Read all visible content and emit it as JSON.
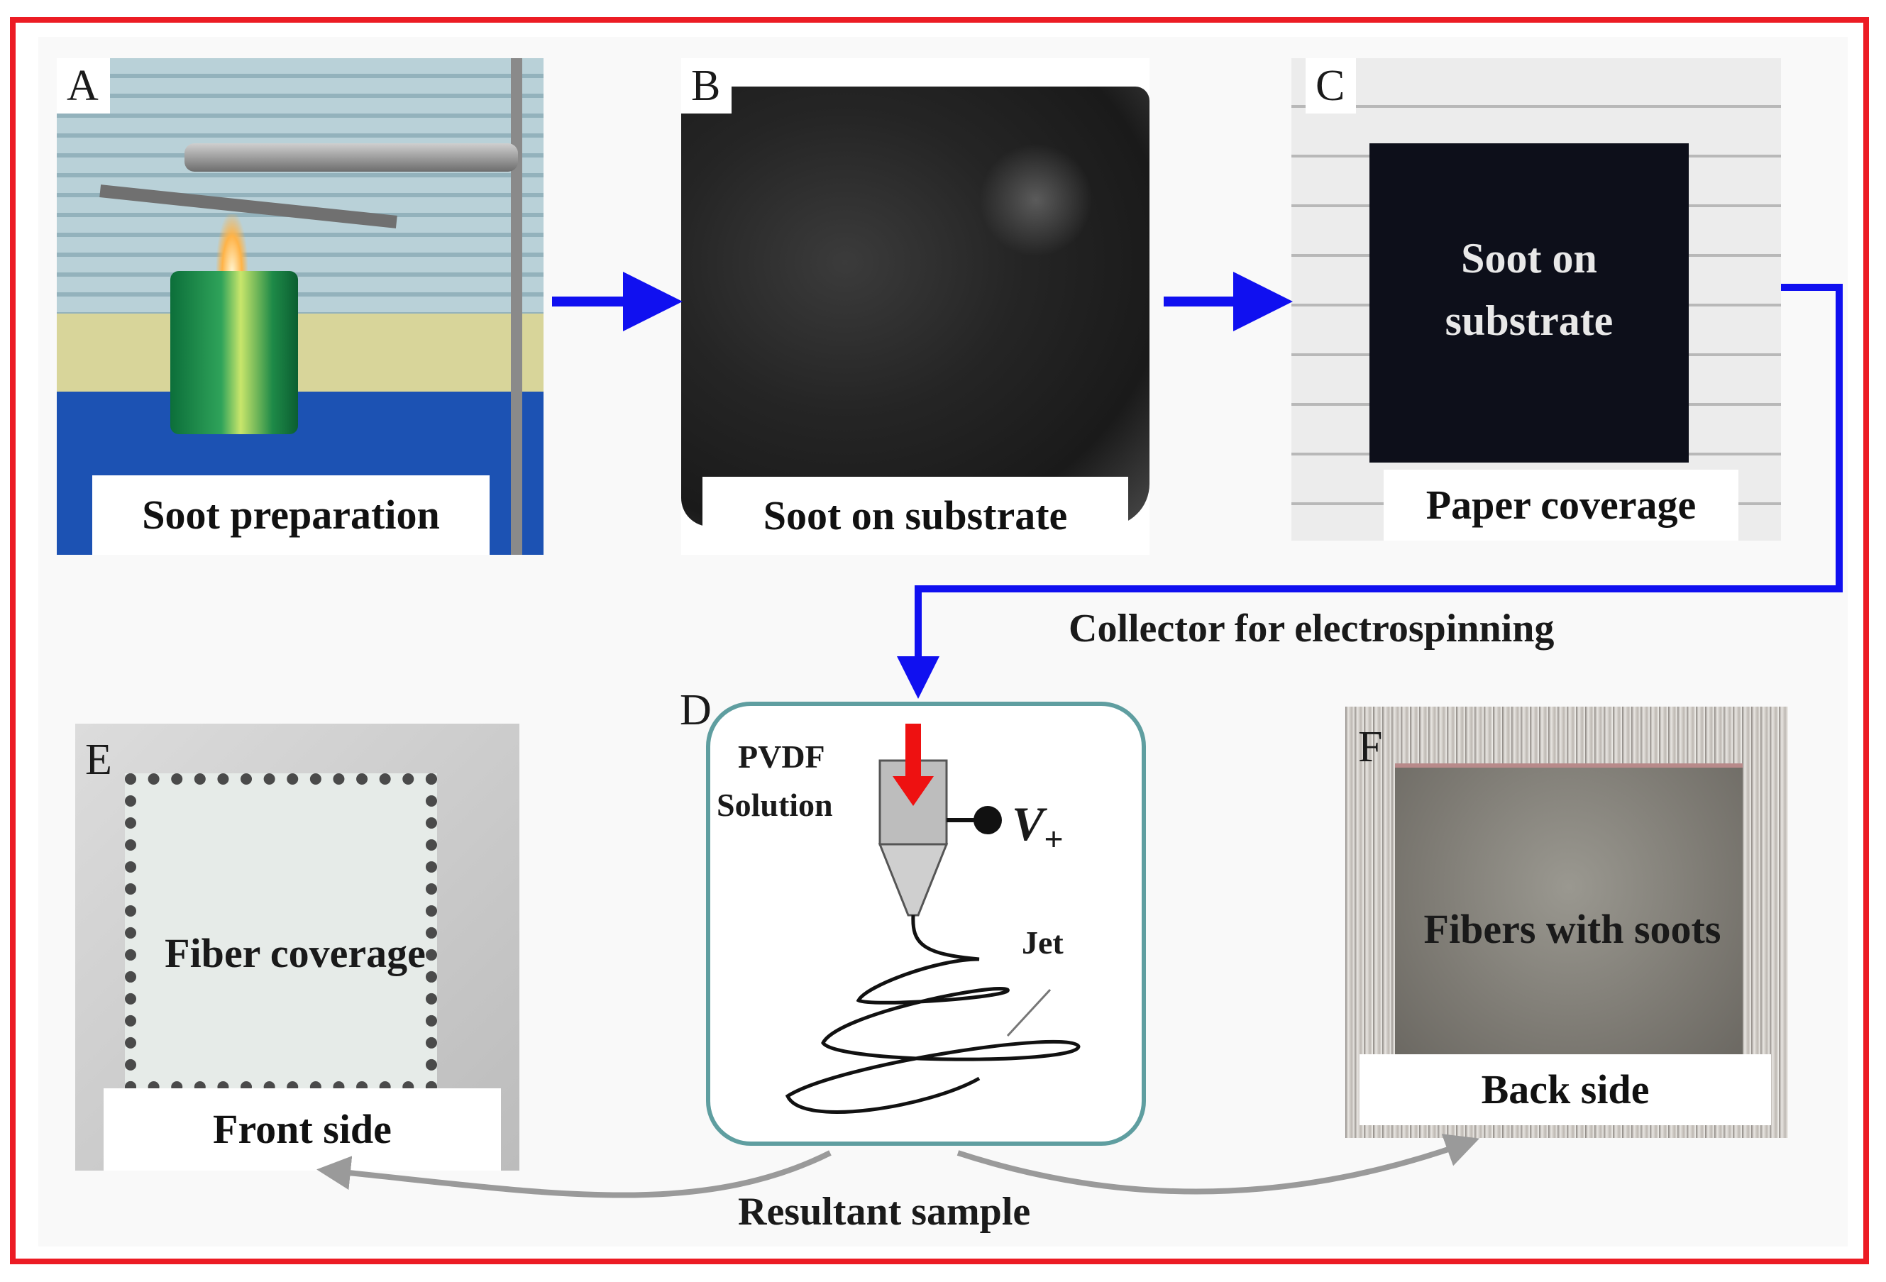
{
  "panels": {
    "a": {
      "letter": "A",
      "caption": "Soot preparation"
    },
    "b": {
      "letter": "B",
      "caption": "Soot on substrate"
    },
    "c": {
      "letter": "C",
      "overlay_line1": "Soot on",
      "overlay_line2": "substrate",
      "caption": "Paper coverage"
    },
    "d": {
      "letter": "D",
      "solution_line1": "PVDF",
      "solution_line2": "Solution",
      "voltage": "V",
      "voltage_sub": "+",
      "jet": "Jet"
    },
    "e": {
      "letter": "E",
      "overlay": "Fiber coverage",
      "caption": "Front side"
    },
    "f": {
      "letter": "F",
      "overlay": "Fibers with soots",
      "caption": "Back side"
    }
  },
  "labels": {
    "collector": "Collector for electrospinning",
    "resultant": "Resultant sample"
  },
  "colors": {
    "frame": "#ec1c24",
    "flow_arrow": "#1010f0",
    "sample_arrow": "#9a9a9a",
    "feed_arrow": "#ee1111",
    "apparatus_border": "#5f9ea0"
  }
}
